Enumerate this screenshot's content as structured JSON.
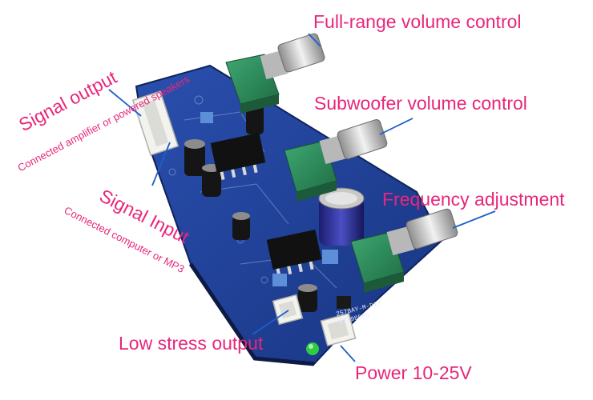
{
  "labels": {
    "full_range": "Full-range volume control",
    "subwoofer": "Subwoofer volume control",
    "frequency": "Frequency adjustment",
    "signal_output": "Signal output",
    "signal_output_note": "Connected amplifier or powered speakers",
    "signal_input": "Signal Input",
    "signal_input_note": "Connected computer or MP3",
    "low_stress": "Low stress output",
    "power": "Power 10-25V"
  },
  "board_silkscreen": {
    "model": "2578AY-M-DIY",
    "code": "K7498585"
  },
  "colors": {
    "label_text": "#e8267a",
    "pointer_line": "#1f5fc8",
    "pcb": "#1f3f96",
    "potentiometer": "#2f8a5a",
    "led": "#2ecc40"
  }
}
